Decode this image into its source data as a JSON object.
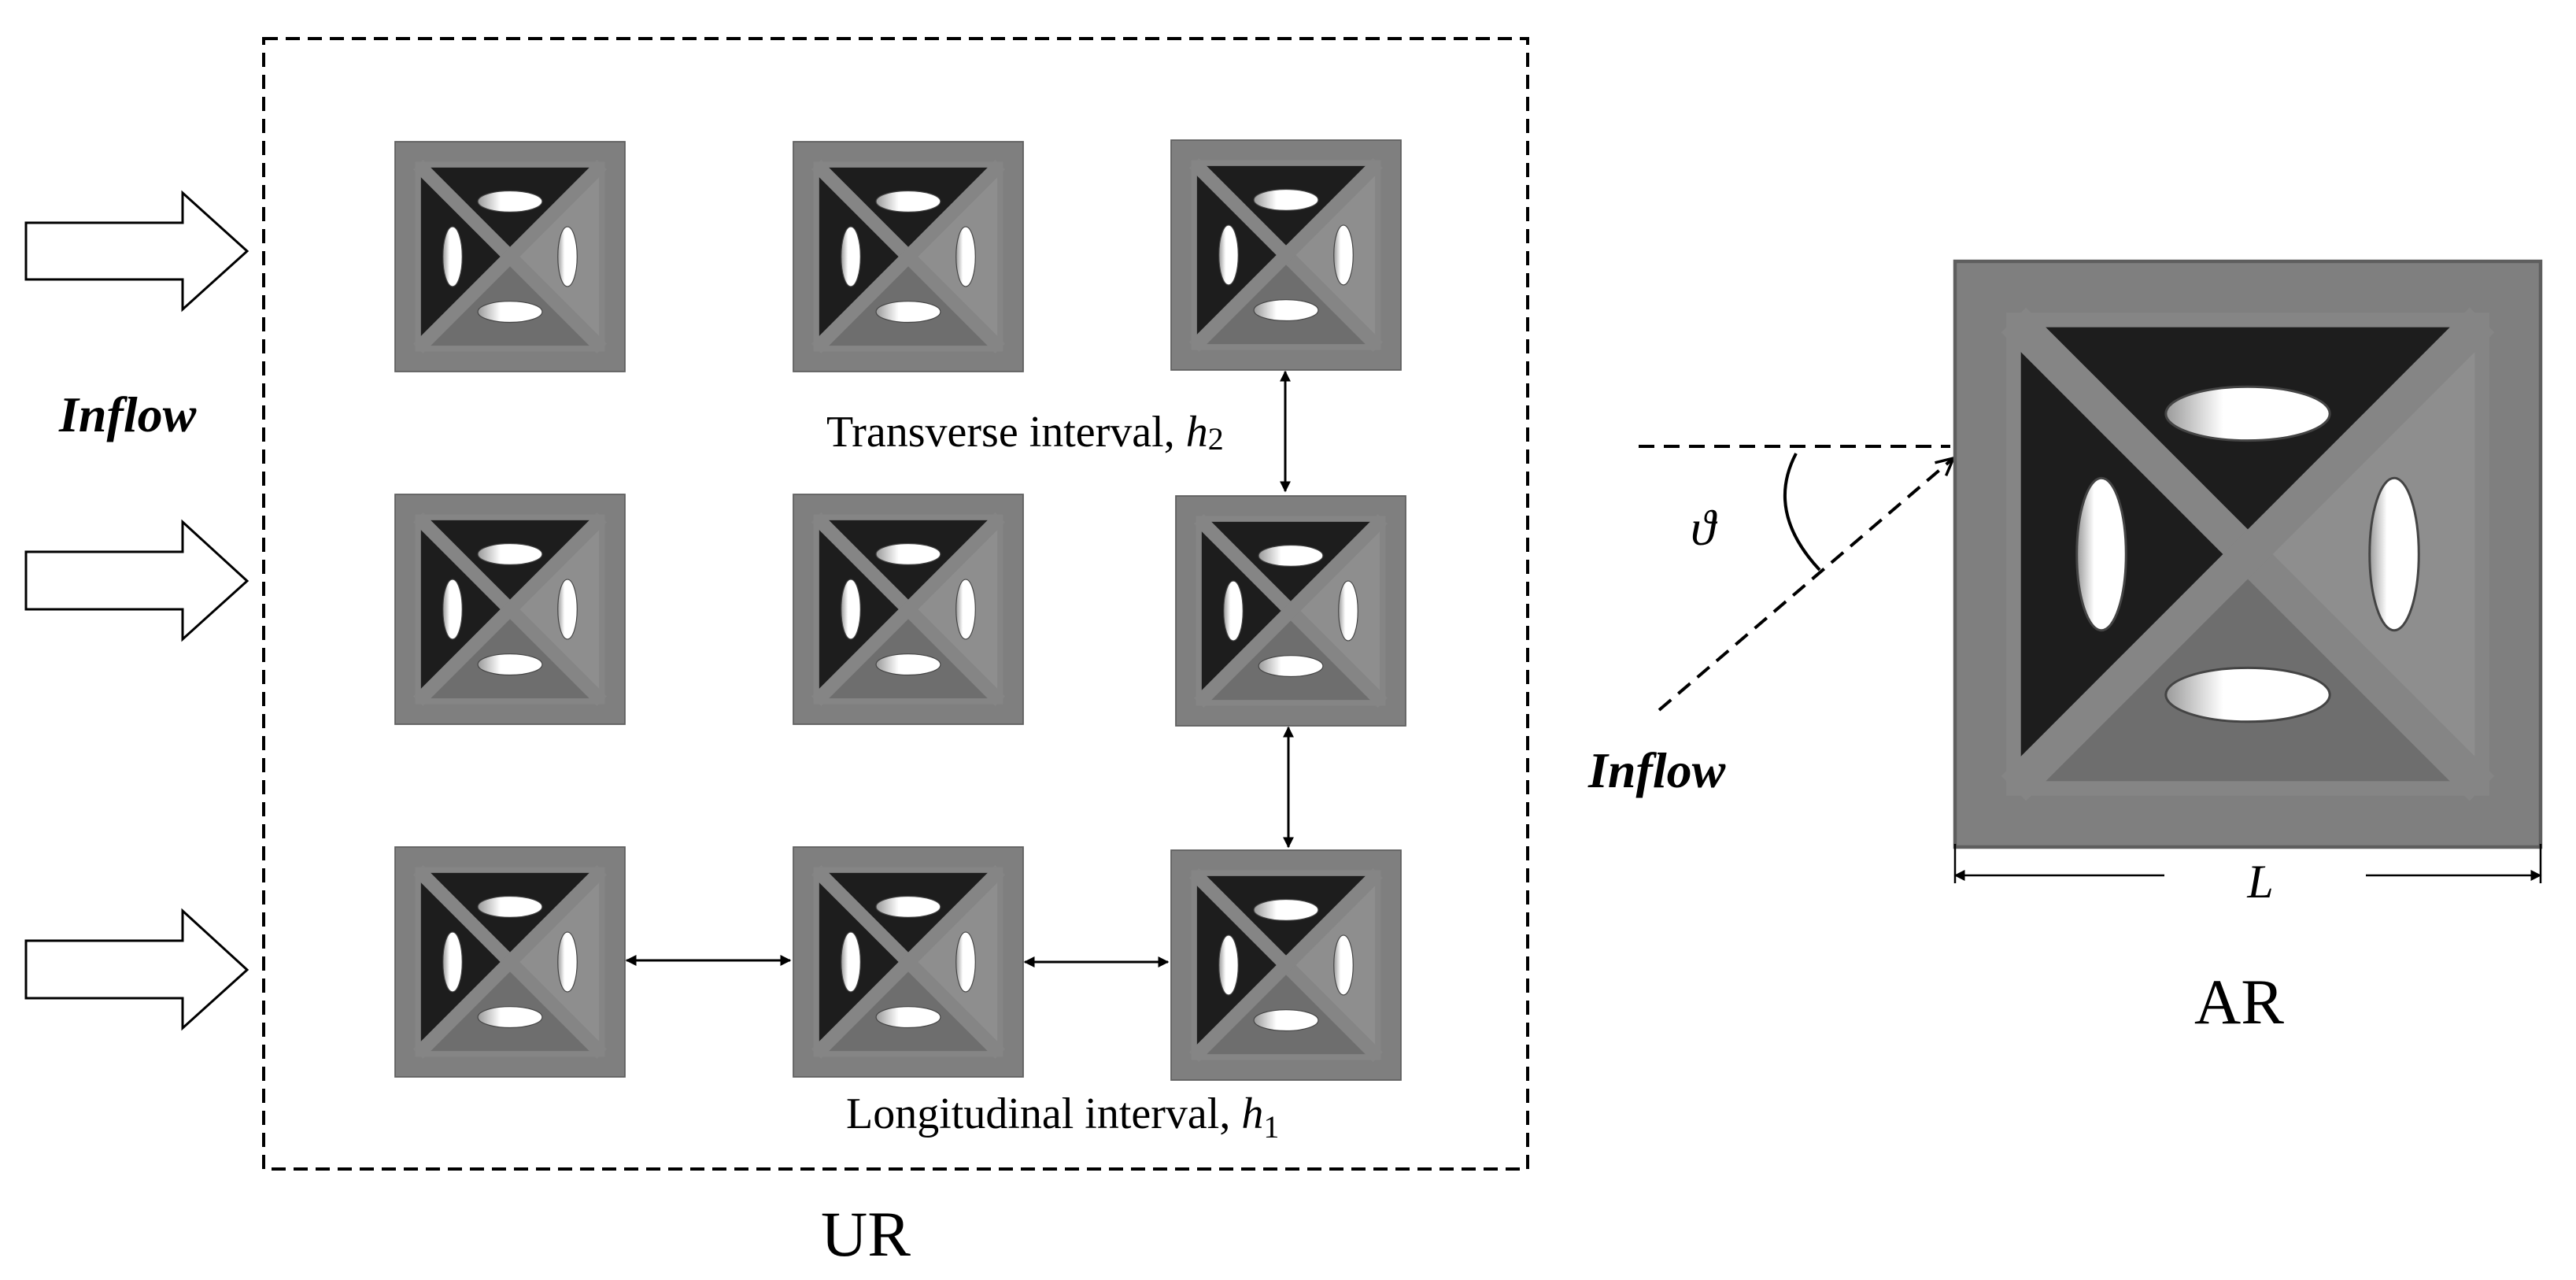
{
  "labels": {
    "inflow_left": "Inflow",
    "inflow_right": "Inflow",
    "transverse": "Transverse interval, ",
    "transverse_var": "h",
    "transverse_sub": "2",
    "longitudinal": "Longitudinal interval, ",
    "longitudinal_var": "h",
    "longitudinal_sub": "1",
    "angle": "ϑ",
    "length": "L",
    "ur": "UR",
    "ar": "AR"
  },
  "colors": {
    "frame": "#7f7f7f",
    "frame_edge": "#5e5e5e",
    "dark_face": "#1d1d1d",
    "mid_face": "#6e6e6e",
    "light_face": "#8e8e8e",
    "rib": "#858585",
    "hole": "#ffffff",
    "line": "#000000"
  },
  "array": {
    "rows": 3,
    "columns": 3
  }
}
